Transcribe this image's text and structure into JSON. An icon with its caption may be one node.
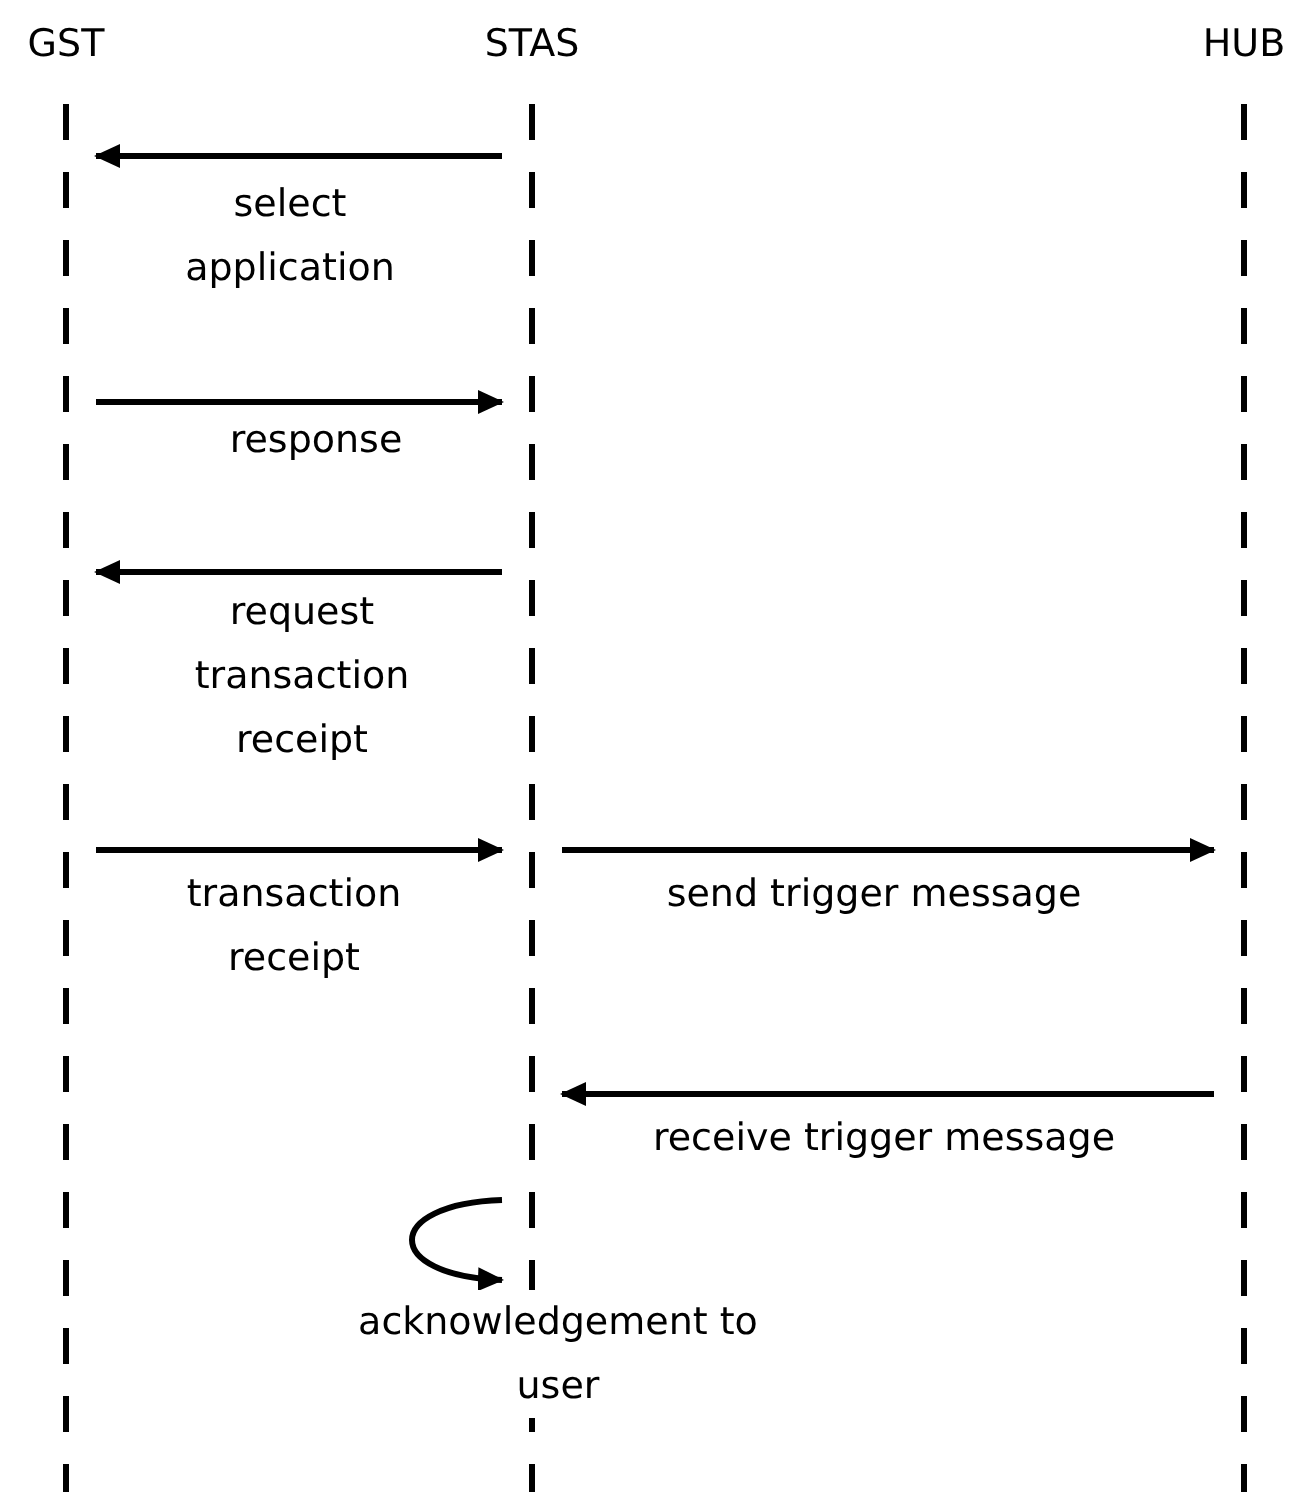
{
  "diagram": {
    "nodes": [
      {
        "text": [
          "GST"
        ]
      },
      {
        "text": [
          "STAS"
        ]
      },
      {
        "text": [
          "HUB"
        ]
      }
    ],
    "edges": [
      {
        "from": 1,
        "to": 0,
        "arrow": "to",
        "label": "select application"
      },
      {
        "from": 0,
        "to": 1,
        "arrow": "to",
        "label": "response"
      },
      {
        "from": 1,
        "to": 0,
        "arrow": "to",
        "label": "request transaction receipt"
      },
      {
        "from": 0,
        "to": 1,
        "arrow": "to",
        "label": "transaction receipt"
      },
      {
        "from": 1,
        "to": 2,
        "arrow": "to",
        "label": "send trigger message"
      },
      {
        "from": 2,
        "to": 1,
        "arrow": "to",
        "label": "receive trigger message"
      },
      {
        "from": 1,
        "to": 1,
        "arrow": "to",
        "label": "acknowledgement to user"
      }
    ]
  }
}
